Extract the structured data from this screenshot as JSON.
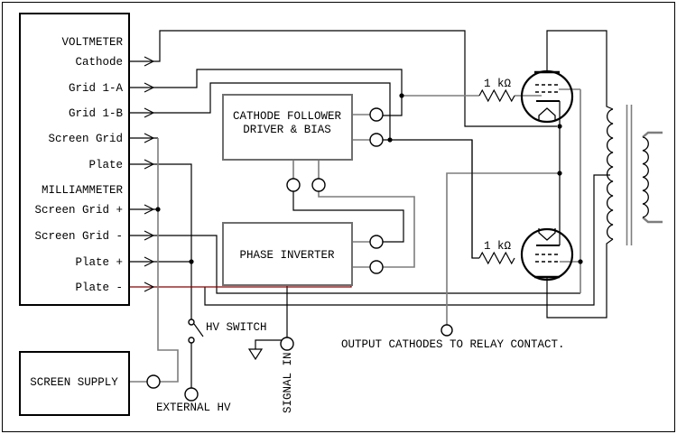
{
  "voltmeter": {
    "title": "VOLTMETER",
    "channels": [
      "Cathode",
      "Grid 1-A",
      "Grid 1-B",
      "Screen Grid",
      "Plate"
    ]
  },
  "milliammeter": {
    "title": "MILLIAMMETER",
    "channels": [
      "Screen Grid +",
      "Screen Grid -",
      "Plate +",
      "Plate -"
    ]
  },
  "blocks": {
    "cathode_follower": [
      "CATHODE FOLLOWER",
      "DRIVER & BIAS"
    ],
    "phase_inverter": "PHASE INVERTER",
    "screen_supply": "SCREEN SUPPLY"
  },
  "resistors": [
    "1 kΩ",
    "1 kΩ"
  ],
  "labels": {
    "hv_switch": "HV SWITCH",
    "external_hv": "EXTERNAL HV",
    "signal_in": "SIGNAL IN",
    "output_note": "OUTPUT CATHODES TO RELAY CONTACT."
  },
  "colors": {
    "wire": "#000000",
    "bus_gray": "#7d7d7d",
    "plate_minus_wire": "#8b0000",
    "box_gray": "#6f6f6f"
  }
}
